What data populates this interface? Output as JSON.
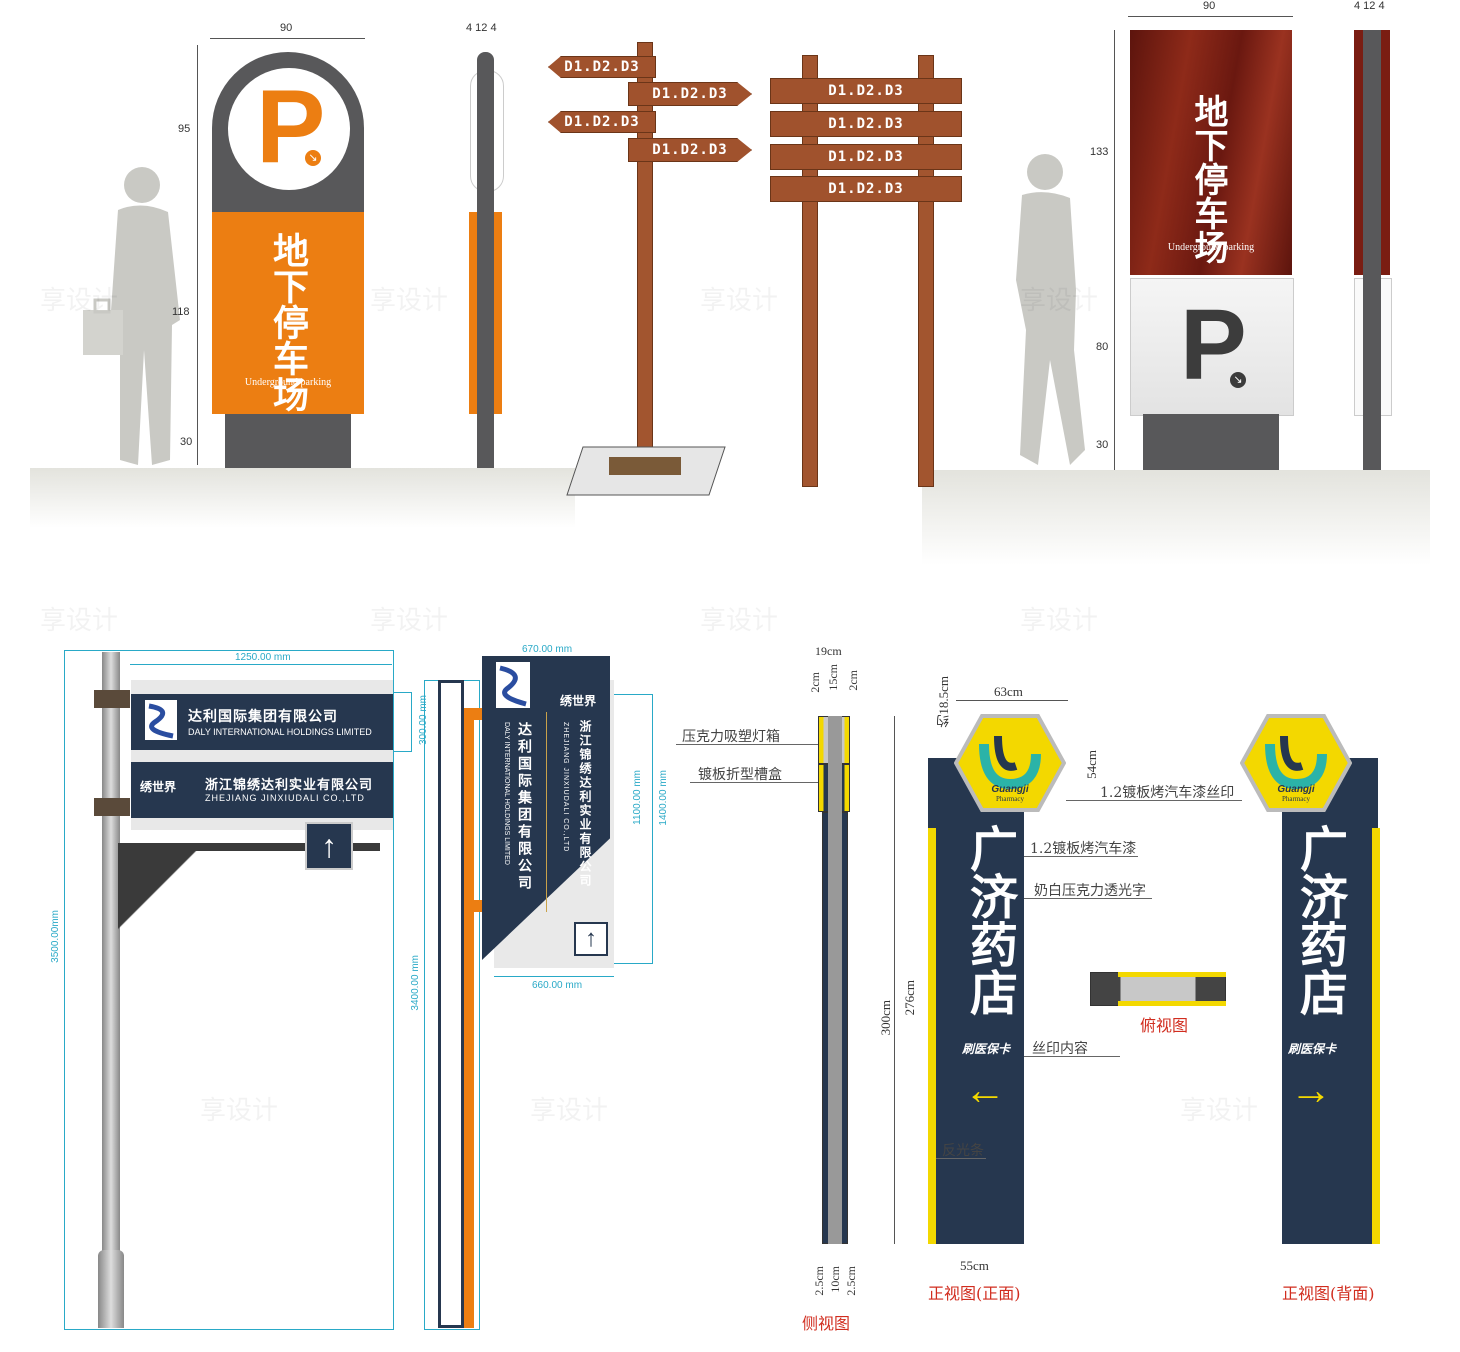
{
  "colors": {
    "orange": "#ec7e12",
    "dark_gray": "#58585a",
    "wood_red": "#7a1d12",
    "board_brown": "#a2552f",
    "navy": "#26374f",
    "yellow": "#f3d800",
    "cyan": "#29a9c7",
    "red_label": "#d12d1f"
  },
  "parking_sign_orange": {
    "dims": {
      "width": "90",
      "top": "95",
      "middle": "118",
      "bottom": "30"
    },
    "side_dims": "4 12 4",
    "p_letter": "P",
    "title": "地下停车场",
    "subtitle": "Underground parking"
  },
  "directional_signs": {
    "arrow_label": "D1.D2.D3",
    "board_label": "D1.D2.D3"
  },
  "parking_sign_wood": {
    "dims": {
      "width": "90",
      "top": "133",
      "middle": "80",
      "bottom": "30"
    },
    "side_dims": "4 12 4",
    "title": "地下停车场",
    "subtitle": "Underground parking",
    "p_letter": "P"
  },
  "company_sign": {
    "dims": {
      "width": "1250.00 mm",
      "panel_height": "300.00 mm",
      "height": "3500.00mm"
    },
    "panel1_cn": "达利国际集团有限公司",
    "panel1_en": "DALY INTERNATIONAL HOLDINGS LIMITED",
    "panel2_logo": "绣世界",
    "panel2_cn": "浙江锦绣达利实业有限公司",
    "panel2_en": "ZHEJIANG JINXIUDALI CO.,LTD",
    "arrow": "↑"
  },
  "company_sign_side": {
    "dims": {
      "top": "670.00 mm",
      "bottom": "660.00 mm",
      "inner_height": "1100.00 mm",
      "outer_height": "1400.00 mm",
      "pole_height": "3400.00 mm"
    },
    "col1_cn": "达利国际集团有限公司",
    "col1_en": "DALY INTERNATIONAL HOLDINGS LIMITED",
    "logo": "绣世界",
    "col2_cn": "浙江锦绣达利实业有限公司",
    "col2_en": "ZHEJIANG JINXIUDALI CO.,LTD",
    "arrow": "↑"
  },
  "pharmacy_side": {
    "dims": {
      "top": "19cm",
      "left": "2cm",
      "mid": "15cm",
      "right": "2cm",
      "bottom_l": "2.5cm",
      "bottom_m": "10cm",
      "bottom_r": "2.5cm"
    },
    "label1": "压克力吸塑灯箱",
    "label2": "镀板折型槽盒",
    "view_name": "侧视图"
  },
  "pharmacy_front": {
    "dims": {
      "width_top": "63cm",
      "top_offset": "约18.5cm",
      "logo_h": "54cm",
      "body_h": "276cm",
      "total_h": "300cm",
      "width_bottom": "55cm"
    },
    "brand": "Guangji",
    "brand_sub": "Pharmacy",
    "title": "广济药店",
    "badge": "刷医保卡",
    "label1": "1.2镀板烤汽车漆丝印",
    "label2": "1.2镀板烤汽车漆",
    "label3": "奶白压克力透光字",
    "label4": "丝印内容",
    "label5": "反光条",
    "front_caption": "正视图(正面)",
    "top_view": "俯视图",
    "back_caption": "正视图(背面)",
    "arrow_left": "←",
    "arrow_right": "→"
  },
  "watermark": "享设计"
}
